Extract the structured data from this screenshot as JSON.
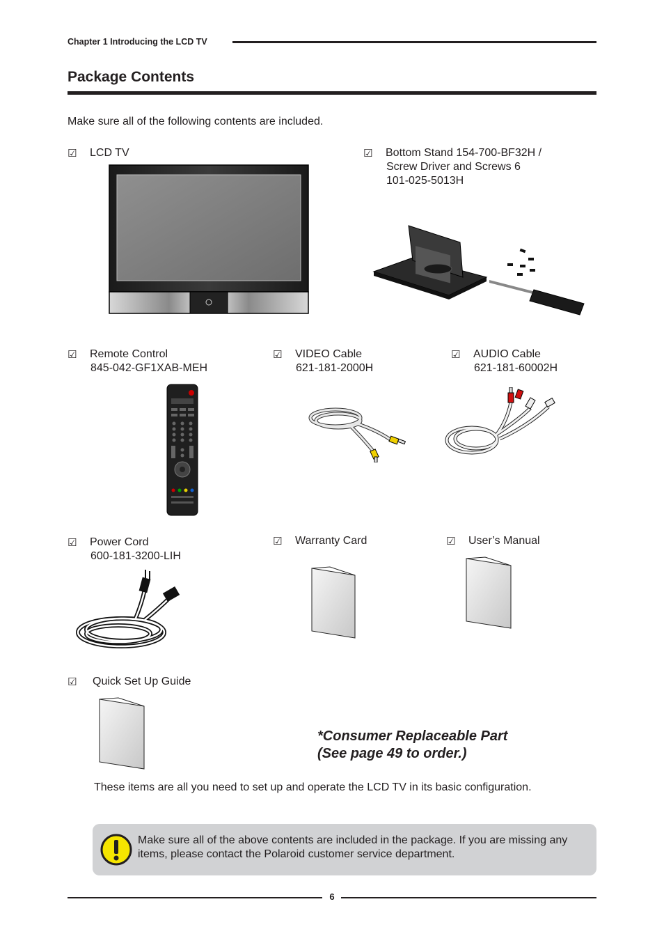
{
  "header": {
    "chapter": "Chapter 1  Introducing the LCD TV"
  },
  "section": {
    "title": "Package Contents",
    "intro": "Make sure all of the following contents are included."
  },
  "checkbox_glyph": "☑",
  "items": {
    "lcd_tv": {
      "name": "LCD TV"
    },
    "stand": {
      "name": "Bottom  Stand    154-700-BF32H /",
      "line2": "Screw Driver and Screws 6",
      "line3": "101-025-5013H"
    },
    "remote": {
      "name": "Remote Control",
      "part": "845-042-GF1XAB-MEH"
    },
    "video": {
      "name": "VIDEO Cable",
      "part": "621-181-2000H"
    },
    "audio": {
      "name": "AUDIO Cable",
      "part": "621-181-60002H"
    },
    "power": {
      "name": "Power Cord",
      "part": "600-181-3200-LIH"
    },
    "warranty": {
      "name": "Warranty Card"
    },
    "manual": {
      "name": "User’s Manual"
    },
    "quick": {
      "name": "Quick Set Up Guide"
    }
  },
  "replaceable_note": {
    "line1": "*Consumer Replaceable Part",
    "line2": "(See page 49 to order.)"
  },
  "summary": "These items are all you need to set up and operate the LCD TV in its basic configuration.",
  "notice": {
    "text": "Make sure all of the above contents are included in the package. If you are missing any items, please contact the Polaroid customer service department.",
    "icon": "exclamation-icon"
  },
  "footer": {
    "page": "6"
  },
  "colors": {
    "accent": "#cc0000",
    "notice_bg": "#d1d2d4",
    "warning_yellow": "#f6e500"
  }
}
